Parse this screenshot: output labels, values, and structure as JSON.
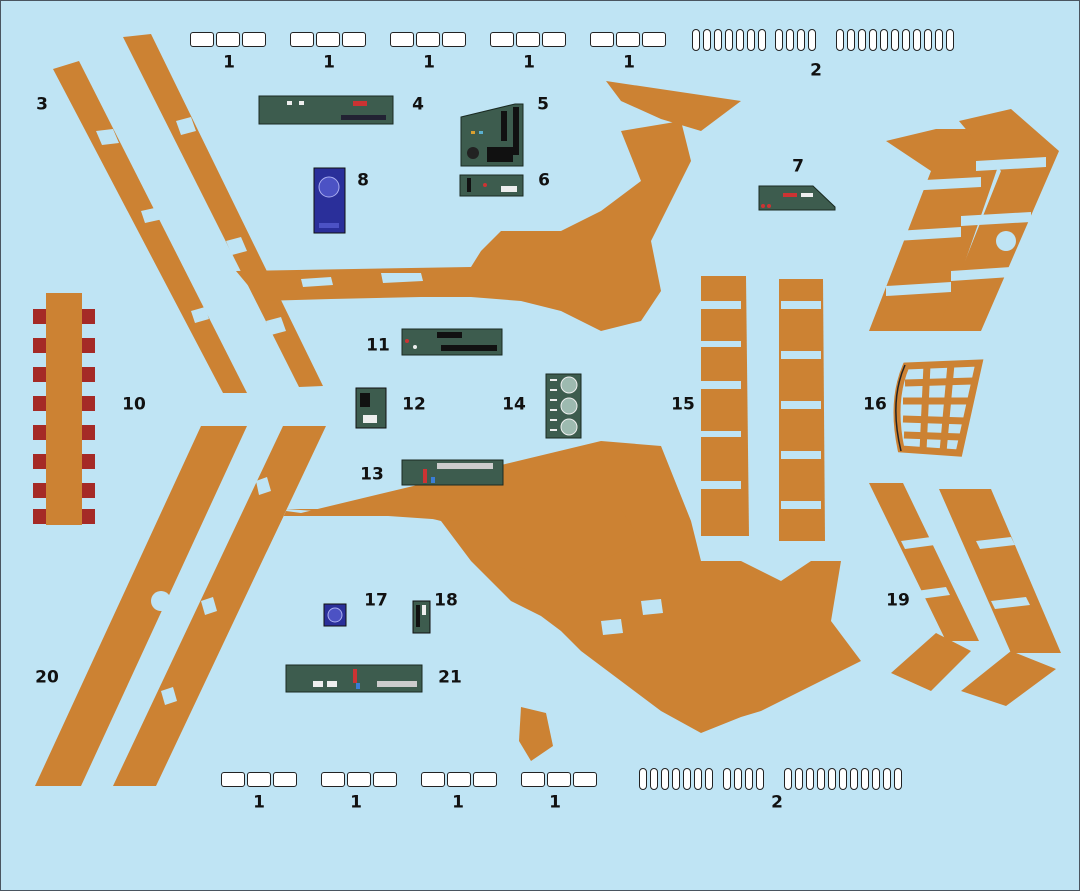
{
  "sheet": {
    "colors": {
      "background": "#bfe4f4",
      "decal_orange": "#cc8233",
      "panel_green": "#3d5c4e",
      "panel_blue": "#2a2f9a",
      "sidebar_red": "#a52a26"
    },
    "parts": [
      {
        "number": "1",
        "kind": "white-rectangle-strip"
      },
      {
        "number": "2",
        "kind": "white-pill-strip"
      },
      {
        "number": "3",
        "kind": "orange-diagonal-stripes"
      },
      {
        "number": "4",
        "kind": "green-instrument-panel"
      },
      {
        "number": "5",
        "kind": "green-instrument-panel"
      },
      {
        "number": "6",
        "kind": "green-instrument-panel"
      },
      {
        "number": "7",
        "kind": "green-instrument-panel"
      },
      {
        "number": "8",
        "kind": "blue-grille-panel"
      },
      {
        "number": "10",
        "kind": "red-tab-strip"
      },
      {
        "number": "11",
        "kind": "green-instrument-panel"
      },
      {
        "number": "12",
        "kind": "green-instrument-panel"
      },
      {
        "number": "13",
        "kind": "green-instrument-panel"
      },
      {
        "number": "14",
        "kind": "green-gauge-panel"
      },
      {
        "number": "15",
        "kind": "orange-weathered-decal"
      },
      {
        "number": "16",
        "kind": "orange-cage-frame"
      },
      {
        "number": "17",
        "kind": "blue-grille-panel"
      },
      {
        "number": "18",
        "kind": "dark-instrument-panel"
      },
      {
        "number": "19",
        "kind": "orange-diagonal-stripes"
      },
      {
        "number": "20",
        "kind": "orange-diagonal-stripes"
      },
      {
        "number": "21",
        "kind": "green-instrument-panel"
      }
    ]
  },
  "labels": {
    "part1": "1",
    "part2": "2",
    "part3": "3",
    "part4": "4",
    "part5": "5",
    "part6": "6",
    "part7": "7",
    "part8": "8",
    "part10": "10",
    "part11": "11",
    "part12": "12",
    "part13": "13",
    "part14": "14",
    "part15": "15",
    "part16": "16",
    "part17": "17",
    "part18": "18",
    "part19": "19",
    "part20": "20",
    "part21": "21"
  }
}
